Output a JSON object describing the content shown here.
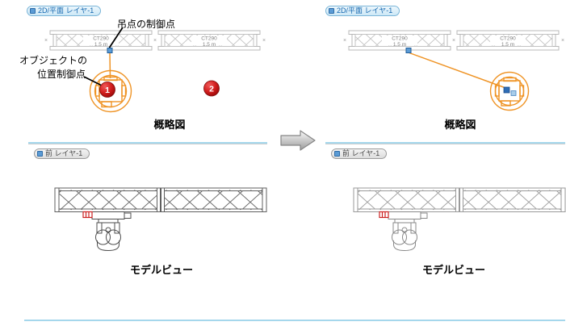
{
  "panels": {
    "before": {
      "viewport_tab": "2D/平面 レイヤ-1",
      "front_tab": "前 レイヤ-1",
      "schematic_caption": "概略図",
      "model_caption": "モデルビュー",
      "truss": {
        "end_marker": "×",
        "segments": [
          {
            "model": "CT290",
            "length": "1.5 m"
          },
          {
            "model": "CT290",
            "length": "1.5 m"
          }
        ]
      },
      "annotations": {
        "hang_point_label": "吊点の制御点",
        "object_point_label_line1": "オブジェクトの",
        "object_point_label_line2": "位置制御点",
        "badge_1": "1",
        "badge_2": "2"
      }
    },
    "after": {
      "viewport_tab": "2D/平面 レイヤ-1",
      "front_tab": "前 レイヤ-1",
      "schematic_caption": "概略図",
      "model_caption": "モデルビュー",
      "truss": {
        "end_marker": "×",
        "segments": [
          {
            "model": "CT290",
            "length": "1.5 m"
          },
          {
            "model": "CT290",
            "length": "1.5 m"
          }
        ]
      }
    }
  },
  "colors": {
    "accent_orange": "#ef9426",
    "control_point_blue": "#5b9bd5",
    "badge_red": "#d31f1f",
    "divider_blue": "#a5d7ec",
    "highlight_red": "#cc2222",
    "tab_blue_text": "#1668b0"
  }
}
